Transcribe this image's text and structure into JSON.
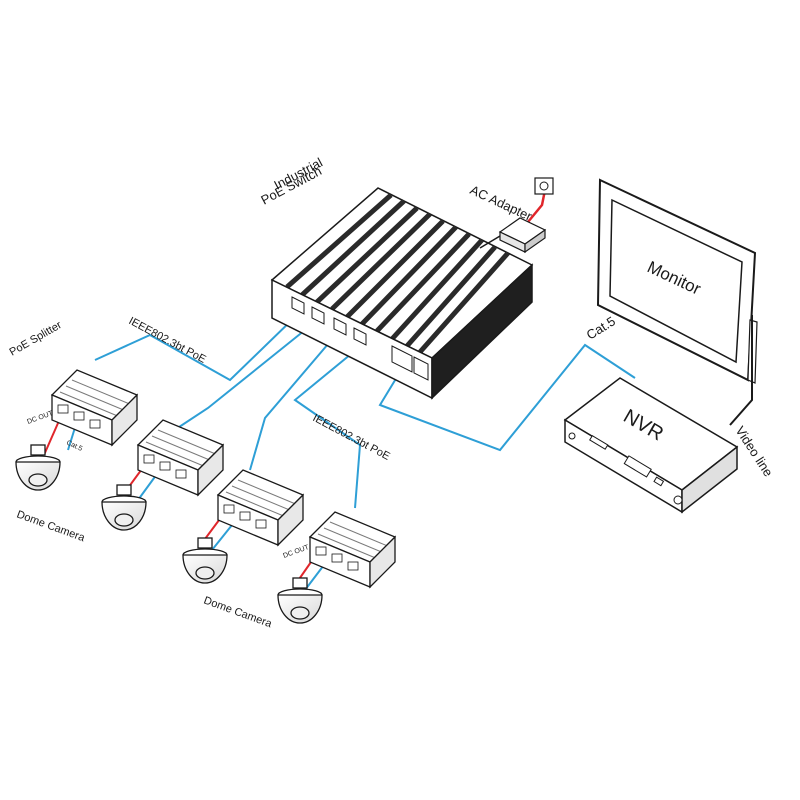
{
  "labels": {
    "switch_line1": "Industrial",
    "switch_line2": "PoE Switch",
    "ac_adapter": "AC Adapter",
    "monitor": "Monitor",
    "nvr": "NVR",
    "cat5": "Cat.5",
    "video_line": "Video line",
    "poe_splitter": "PoE Splitter",
    "ieee_top": "IEEE802.3bt PoE",
    "ieee_mid": "IEEE802.3bt PoE",
    "dc_out_1": "DC OUT",
    "cat5_small": "Cat.5",
    "dc_out_2": "DC OUT",
    "dome_camera_1": "Dome Camera",
    "dome_camera_2": "Dome Camera"
  },
  "colors": {
    "ethernet": "#2e9fd6",
    "power": "#e0262b",
    "outline": "#1a1a1a",
    "fin": "#2a2a2a"
  }
}
